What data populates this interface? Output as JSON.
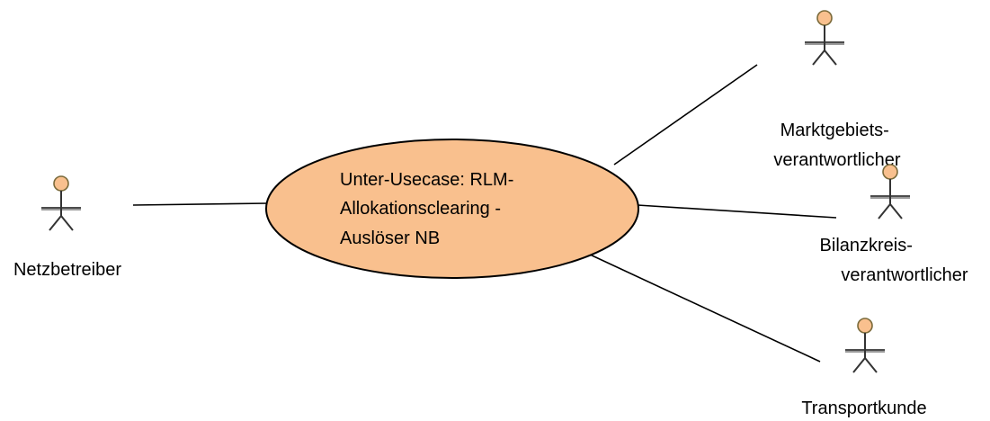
{
  "usecase": {
    "lines": [
      "Unter-Usecase: RLM-",
      "Allokationsclearing -",
      "Auslöser NB"
    ],
    "fill": "#F9C08E",
    "stroke": "#000000"
  },
  "actors": {
    "netzbetreiber": {
      "lines": [
        "Netzbetreiber"
      ]
    },
    "marktgebiet": {
      "lines": [
        "Marktgebiets-",
        "verantwortlicher"
      ]
    },
    "bilanzkreis": {
      "lines": [
        "Bilanzkreis-",
        "verantwortlicher"
      ]
    },
    "transportkunde": {
      "lines": [
        "Transportkunde"
      ]
    }
  },
  "colors": {
    "actor_head": "#F9C08E",
    "actor_body": "#333333",
    "actor_shadow": "#9A9A9A"
  },
  "icons": {
    "actor": "stick-figure-actor-icon"
  }
}
